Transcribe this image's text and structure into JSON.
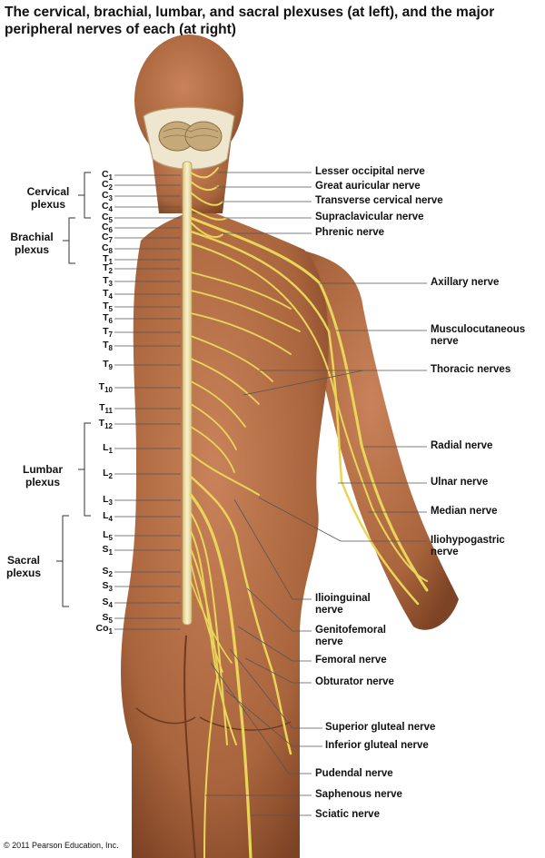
{
  "title": "The cervical, brachial, lumbar, and sacral plexuses (at left), and the major peripheral nerves of each (at right)",
  "copyright": "© 2011 Pearson Education, Inc.",
  "plexuses": [
    {
      "id": "cervical",
      "label": "Cervical plexus"
    },
    {
      "id": "brachial",
      "label": "Brachial plexus"
    },
    {
      "id": "lumbar",
      "label": "Lumbar plexus"
    },
    {
      "id": "sacral",
      "label": "Sacral plexus"
    }
  ],
  "segments": [
    "C1",
    "C2",
    "C3",
    "C4",
    "C5",
    "C6",
    "C7",
    "C8",
    "T1",
    "T2",
    "T3",
    "T4",
    "T5",
    "T6",
    "T7",
    "T8",
    "T9",
    "T10",
    "T11",
    "T12",
    "L1",
    "L2",
    "L3",
    "L4",
    "L5",
    "S1",
    "S2",
    "S3",
    "S4",
    "S5",
    "Co1"
  ],
  "nerves": [
    "Lesser occipital nerve",
    "Great auricular nerve",
    "Transverse cervical nerve",
    "Supraclavicular nerve",
    "Phrenic nerve",
    "Axillary nerve",
    "Musculocutaneous nerve",
    "Thoracic nerves",
    "Radial nerve",
    "Ulnar nerve",
    "Median nerve",
    "Iliohypogastric nerve",
    "Ilioinguinal nerve",
    "Genitofemoral nerve",
    "Femoral nerve",
    "Obturator nerve",
    "Superior gluteal nerve",
    "Inferior gluteal nerve",
    "Pudendal nerve",
    "Saphenous nerve",
    "Sciatic nerve"
  ],
  "colors": {
    "skin": "#b8734a",
    "skin_shadow": "#8a4a2a",
    "nerve": "#e8d55a",
    "spinal_cord": "#f3e7b0",
    "leader": "#555555"
  }
}
